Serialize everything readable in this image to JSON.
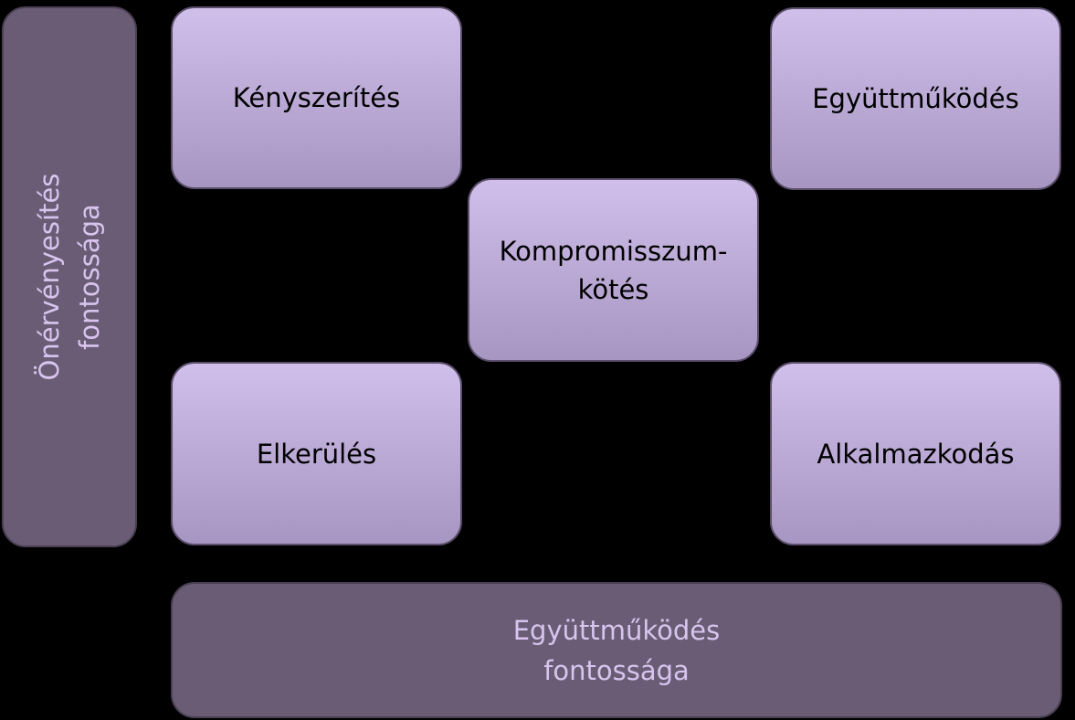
{
  "colors": {
    "background": "#000000",
    "box_top": "#d0bfea",
    "box_bottom": "#a795c2",
    "axis_fill": "#6a5c74",
    "axis_text": "#d8c4ee"
  },
  "boxes": {
    "kenyszerites": {
      "label": "Kényszerítés"
    },
    "egyuttmukodes": {
      "label": "Együttműködés"
    },
    "kompromisszum": {
      "line1": "Kompromisszum-",
      "line2": "kötés"
    },
    "elkerules": {
      "label": "Elkerülés"
    },
    "alkalmazkodas": {
      "label": "Alkalmazkodás"
    }
  },
  "axes": {
    "vertical": {
      "line1": "Önérvényesítés",
      "line2": "fontossága"
    },
    "horizontal": {
      "line1": "Együttműködés",
      "line2": "fontossága"
    }
  }
}
